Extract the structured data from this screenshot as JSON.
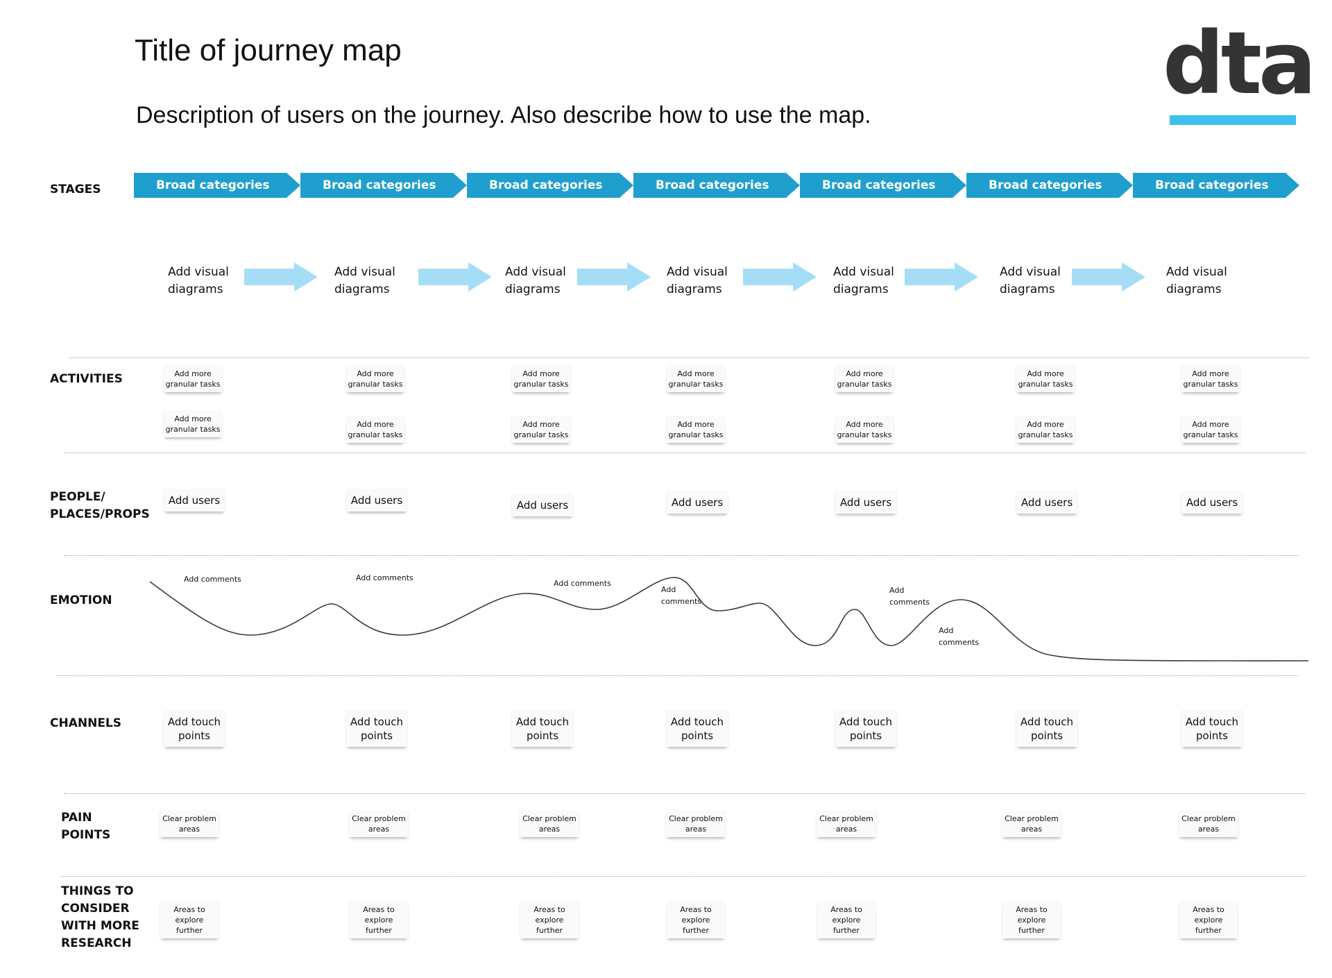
{
  "header": {
    "title": "Title of journey map",
    "description": "Description of users on the journey. Also describe how to use the map.",
    "logo_text": "dta"
  },
  "colors": {
    "stage_fill": "#1f9fce",
    "diagram_arrow": "#a6ddf6",
    "logo_text": "#333436",
    "logo_bar": "#3fbfee"
  },
  "rows": {
    "stages": "STAGES",
    "activities": "ACTIVITIES",
    "people": [
      "PEOPLE/",
      "PLACES/PROPS"
    ],
    "emotion": "EMOTION",
    "channels": "CHANNELS",
    "pain": [
      "PAIN",
      "POINTS"
    ],
    "things": [
      "THINGS TO",
      "CONSIDER",
      "WITH MORE",
      "RESEARCH"
    ]
  },
  "stages": [
    "Broad categories",
    "Broad categories",
    "Broad categories",
    "Broad categories",
    "Broad categories",
    "Broad categories",
    "Broad categories"
  ],
  "diagrams": [
    [
      "Add visual",
      "diagrams"
    ],
    [
      "Add visual",
      "diagrams"
    ],
    [
      "Add visual",
      "diagrams"
    ],
    [
      "Add visual",
      "diagrams"
    ],
    [
      "Add visual",
      "diagrams"
    ],
    [
      "Add visual",
      "diagrams"
    ],
    [
      "Add visual",
      "diagrams"
    ]
  ],
  "activities": {
    "top": [
      [
        "Add more",
        "granular tasks"
      ],
      [
        "Add more",
        "granular tasks"
      ],
      [
        "Add more",
        "granular tasks"
      ],
      [
        "Add more",
        "granular tasks"
      ],
      [
        "Add more",
        "granular tasks"
      ],
      [
        "Add more",
        "granular tasks"
      ],
      [
        "Add more",
        "granular tasks"
      ]
    ],
    "bottom": [
      [
        "Add more",
        "granular tasks"
      ],
      [
        "Add more",
        "granular tasks"
      ],
      [
        "Add more",
        "granular tasks"
      ],
      [
        "Add more",
        "granular tasks"
      ],
      [
        "Add more",
        "granular tasks"
      ],
      [
        "Add more",
        "granular tasks"
      ],
      [
        "Add more",
        "granular tasks"
      ]
    ]
  },
  "people": [
    "Add users",
    "Add users",
    "Add users",
    "Add users",
    "Add users",
    "Add users",
    "Add users"
  ],
  "emotion_comments": [
    [
      "Add comments"
    ],
    [
      "Add comments"
    ],
    [
      "Add comments"
    ],
    [
      "Add",
      "comments"
    ],
    [
      "Add",
      "comments"
    ],
    [
      "Add",
      "comments"
    ]
  ],
  "channels": [
    [
      "Add touch",
      "points"
    ],
    [
      "Add touch",
      "points"
    ],
    [
      "Add touch",
      "points"
    ],
    [
      "Add touch",
      "points"
    ],
    [
      "Add touch",
      "points"
    ],
    [
      "Add touch",
      "points"
    ],
    [
      "Add touch",
      "points"
    ]
  ],
  "pain_points": [
    [
      "Clear problem",
      "areas"
    ],
    [
      "Clear problem",
      "areas"
    ],
    [
      "Clear problem",
      "areas"
    ],
    [
      "Clear problem",
      "areas"
    ],
    [
      "Clear problem",
      "areas"
    ],
    [
      "Clear problem",
      "areas"
    ],
    [
      "Clear problem",
      "areas"
    ]
  ],
  "research": [
    [
      "Areas to",
      "explore further"
    ],
    [
      "Areas to",
      "explore further"
    ],
    [
      "Areas to",
      "explore further"
    ],
    [
      "Areas to",
      "explore further"
    ],
    [
      "Areas to",
      "explore further"
    ],
    [
      "Areas to",
      "explore further"
    ],
    [
      "Areas to",
      "explore further"
    ]
  ]
}
